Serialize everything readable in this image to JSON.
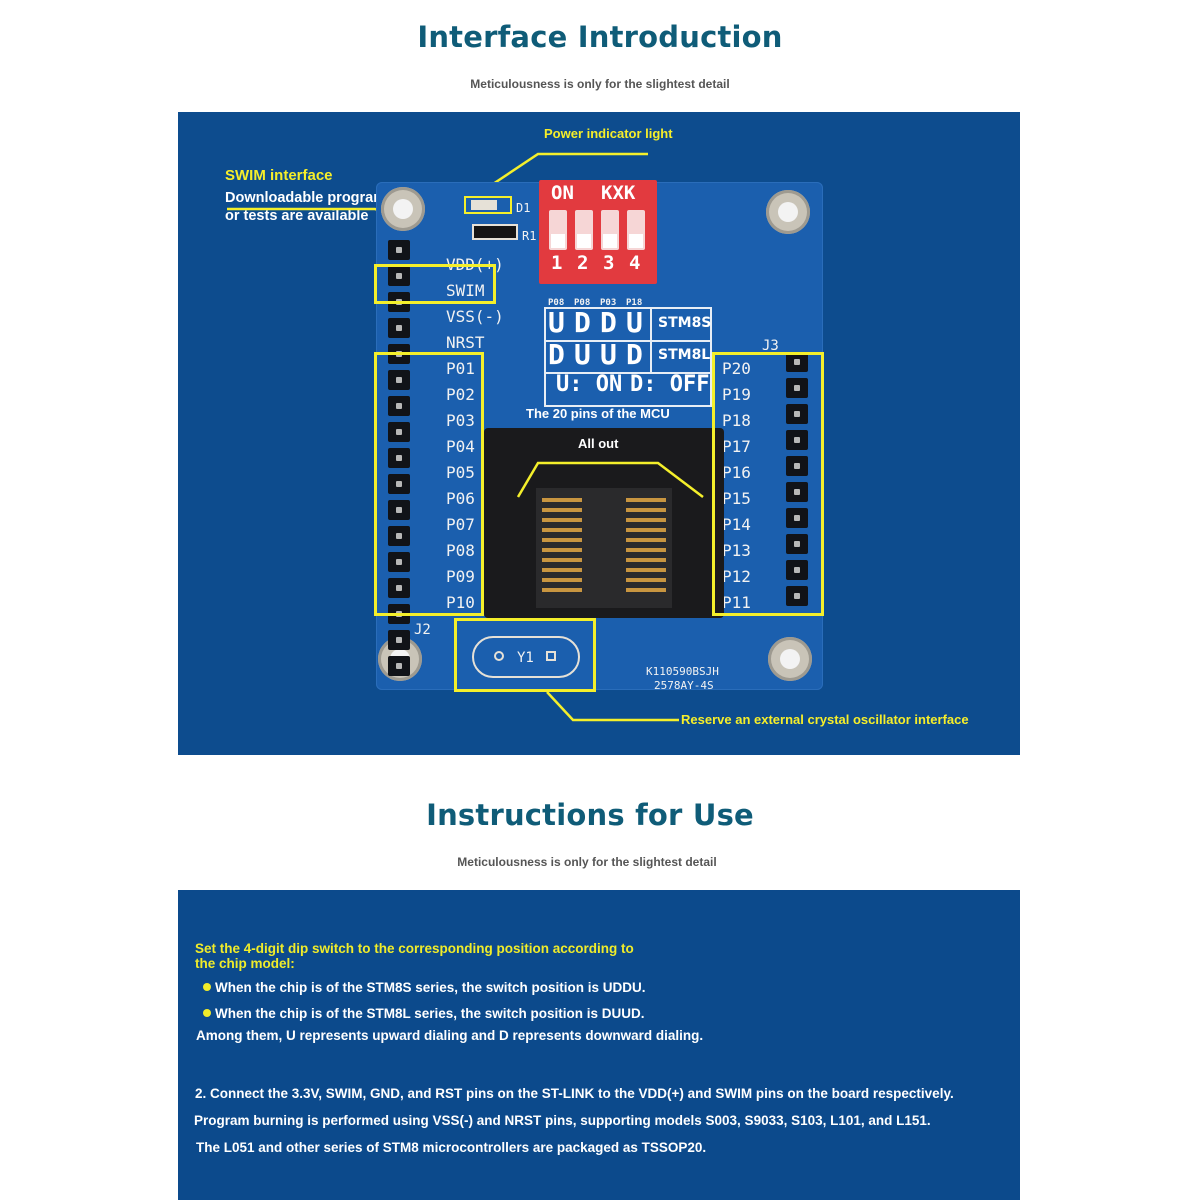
{
  "section1": {
    "title": "Interface Introduction",
    "subtitle": "Meticulousness is only for the slightest detail"
  },
  "callouts": {
    "power_indicator": "Power indicator light",
    "swim_title": "SWIM interface",
    "swim_desc_1": "Downloadable programs",
    "swim_desc_2": "or tests are available",
    "mcu_pins": "The 20 pins of the MCU",
    "all_out": "All out",
    "crystal": "Reserve an external crystal oscillator interface"
  },
  "board": {
    "led_label": "D1",
    "resistor_label": "R1",
    "left_labels": [
      "VDD(+)",
      "SWIM",
      "VSS(-)",
      "NRST",
      "P01",
      "P02",
      "P03",
      "P04",
      "P05",
      "P06",
      "P07",
      "P08",
      "P09",
      "P10"
    ],
    "right_labels": [
      "P20",
      "P19",
      "P18",
      "P17",
      "P16",
      "P15",
      "P14",
      "P13",
      "P12",
      "P11"
    ],
    "j2": "J2",
    "j3": "J3",
    "crystal_label": "Y1",
    "marking_1": "K110590BSJH",
    "marking_2": "2578AY-4S",
    "dip": {
      "on": "ON",
      "brand": "KXK",
      "numbers": [
        "1",
        "2",
        "3",
        "4"
      ]
    },
    "table": {
      "headers": [
        "P08",
        "P08",
        "P03",
        "P18"
      ],
      "row1": [
        "U",
        "D",
        "D",
        "U"
      ],
      "row1_label": "STM8S",
      "row2": [
        "D",
        "U",
        "U",
        "D"
      ],
      "row2_label": "STM8L",
      "legend_u": "U: ON",
      "legend_d": "D: OFF"
    }
  },
  "section2": {
    "title": "Instructions for Use",
    "subtitle": "Meticulousness is only for the slightest detail"
  },
  "instructions": {
    "intro_1": "Set the 4-digit dip switch to the corresponding position according to",
    "intro_2": "the chip model:",
    "bullet_1": "When the chip is of the STM8S series, the switch position is UDDU.",
    "bullet_2": "When the chip is of the STM8L series, the switch position is DUUD.",
    "note": "Among them, U represents upward dialing and D represents downward dialing.",
    "step2_1": "2. Connect the 3.3V, SWIM, GND, and RST pins on the ST-LINK to the VDD(+) and SWIM pins on the board respectively.",
    "step2_2": "Program burning is performed using VSS(-) and NRST pins, supporting models S003, S9033, S103, L101, and L151.",
    "step2_3": "The L051 and other series of STM8 microcontrollers are packaged as TSSOP20."
  }
}
